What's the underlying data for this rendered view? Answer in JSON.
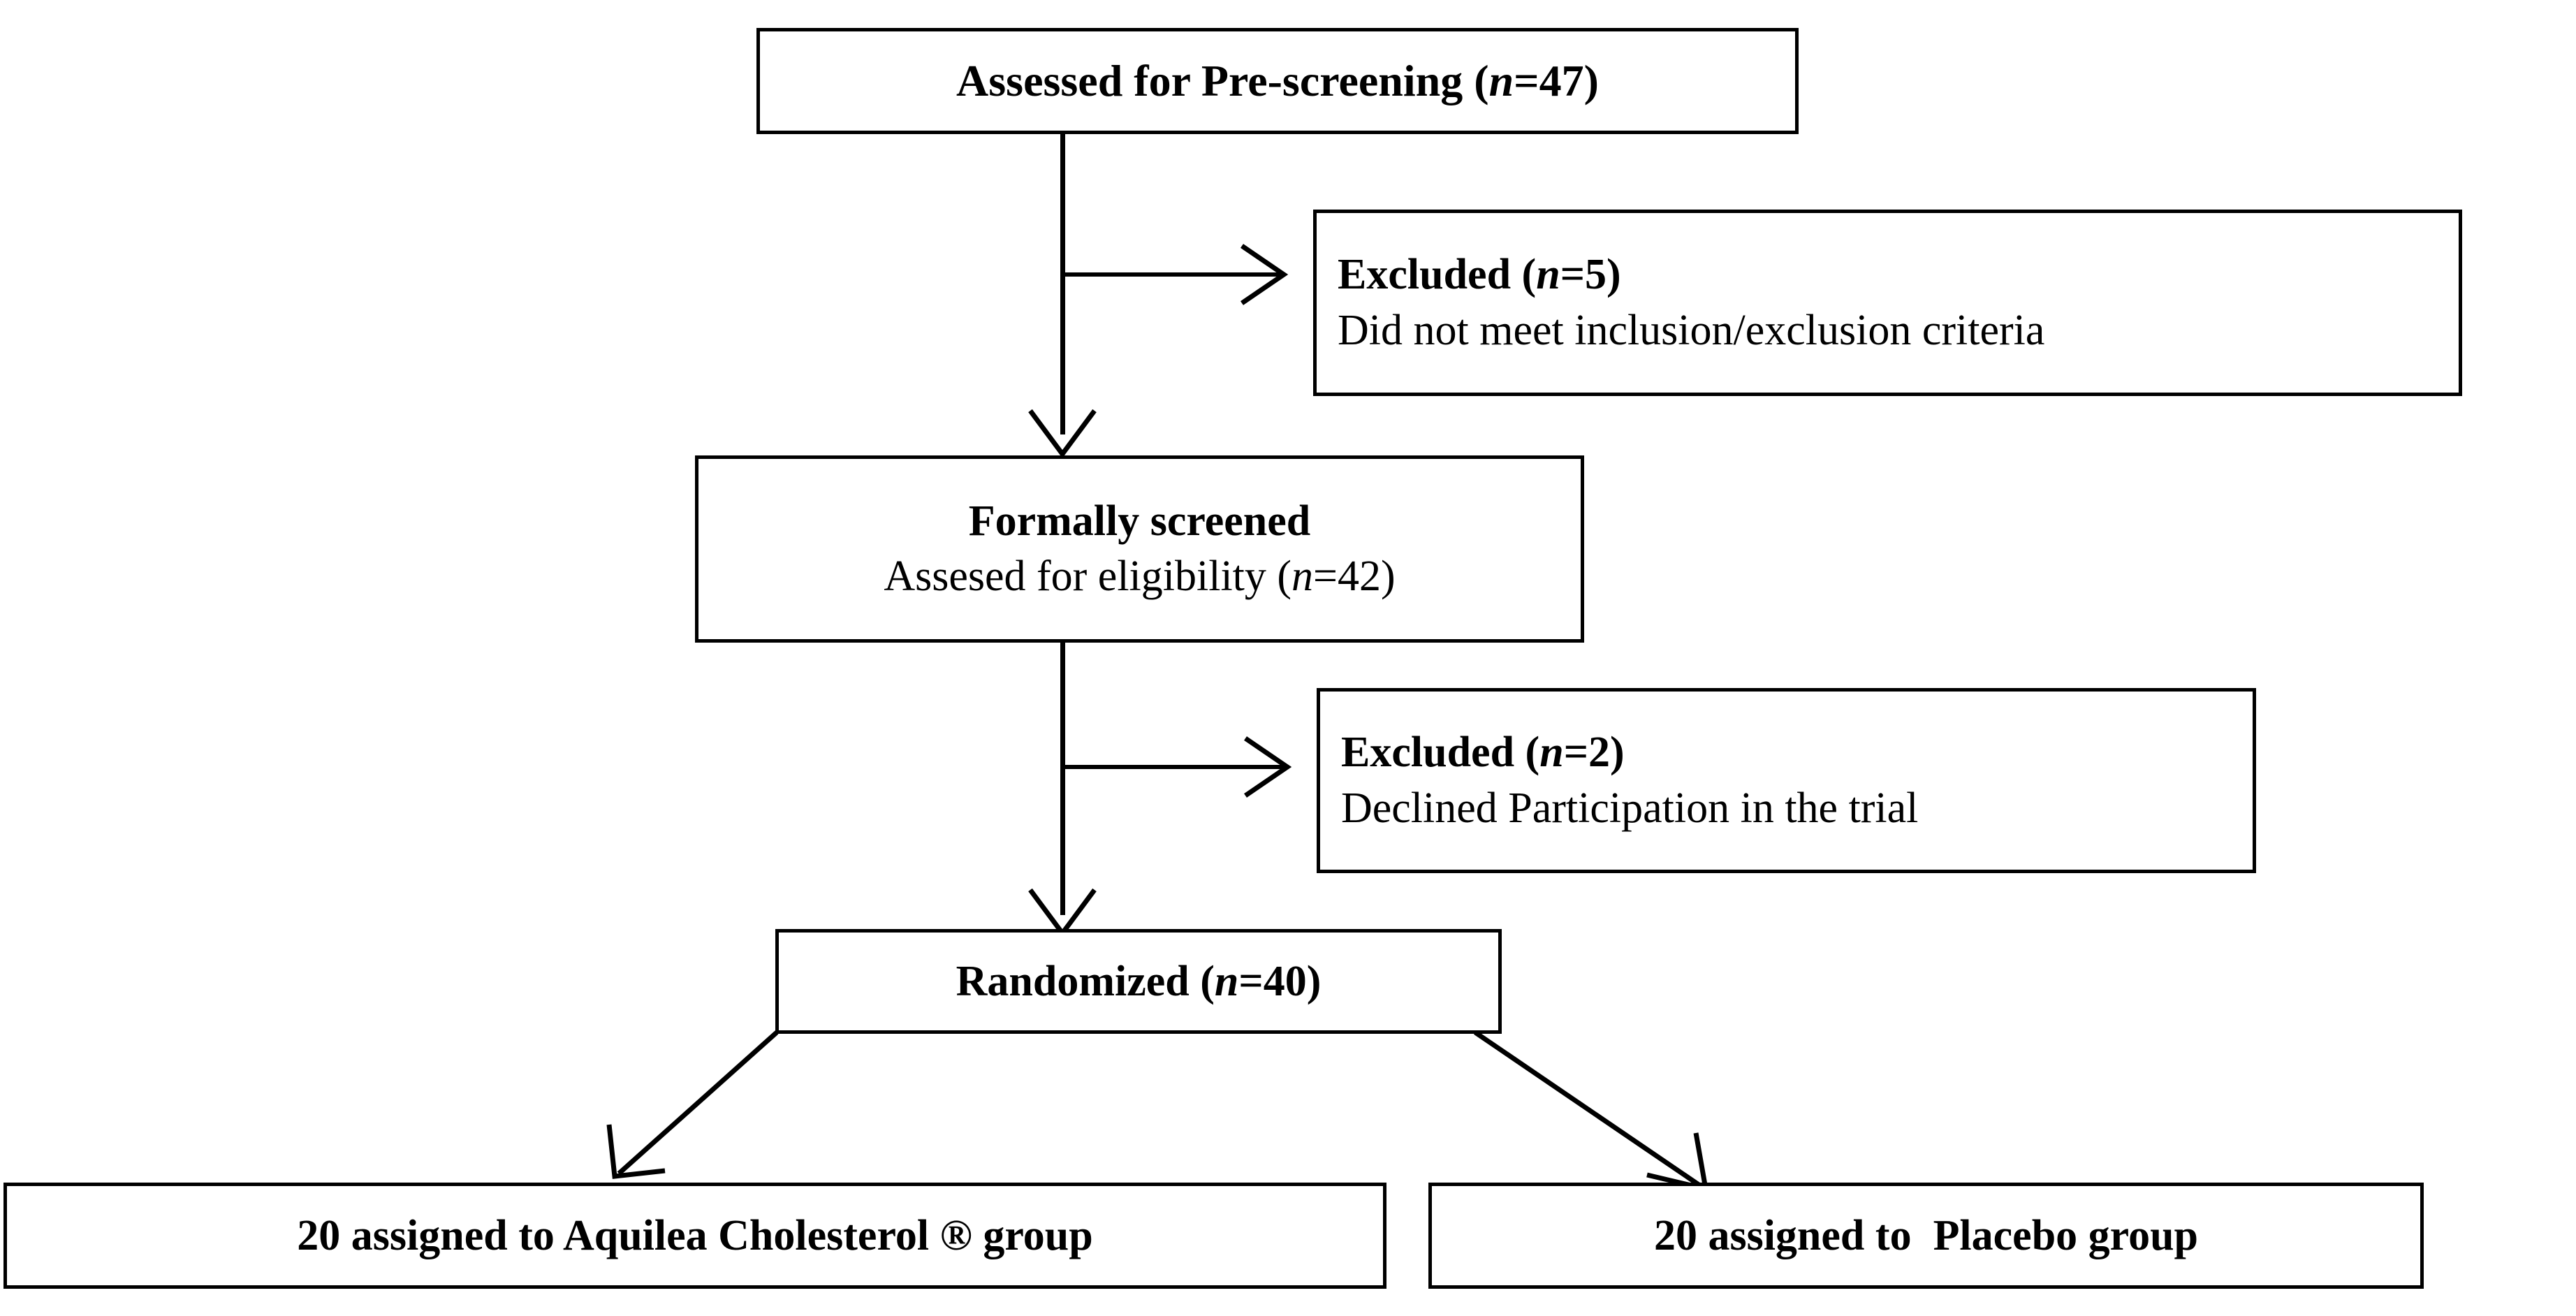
{
  "diagram": {
    "title": "CONSORT participant flow diagram",
    "nodes": {
      "prescreening": {
        "label": "Assessed for Pre-screening (n=47)",
        "bold_line": "Assessed for Pre-screening (",
        "n_symbol": "n",
        "bold_tail": "=47)"
      },
      "excluded_1": {
        "heading": "Excluded (",
        "n_symbol": "n",
        "heading_tail": "=5)",
        "detail": "Did not meet inclusion/exclusion criteria",
        "count": 5
      },
      "formally_screened": {
        "heading": "Formally screened",
        "detail_head": "Assesed for eligibility (",
        "n_symbol": "n",
        "detail_tail": "=42)",
        "count": 42
      },
      "excluded_2": {
        "heading": "Excluded (",
        "n_symbol": "n",
        "heading_tail": "=2)",
        "detail": "Declined Participation in the trial",
        "count": 2
      },
      "randomized": {
        "heading": "Randomized (",
        "n_symbol": "n",
        "heading_tail": "=40)",
        "count": 40
      },
      "treatment_group": {
        "label": "20 assigned to Aquilea Cholesterol ® group",
        "count": 20
      },
      "placebo_group": {
        "label": "20 assigned to  Placebo group",
        "count": 20
      }
    },
    "colors": {
      "stroke": "#000000",
      "background": "#ffffff",
      "text": "#000000"
    }
  }
}
